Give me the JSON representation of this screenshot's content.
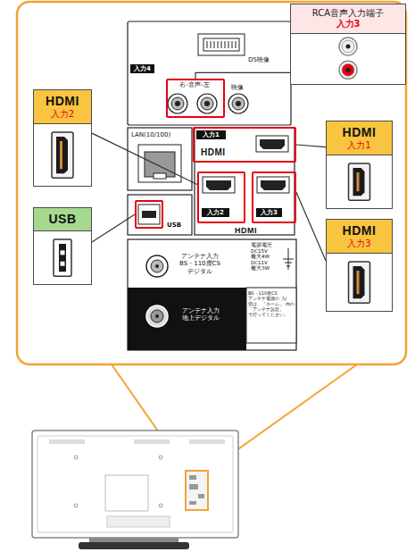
{
  "diagram": {
    "nodes": [
      {
        "text": [
          "RCA音声入力端子",
          "入力3"
        ]
      },
      {
        "text": [
          "HDMI",
          "入力2"
        ]
      },
      {
        "text": [
          "HDMI",
          "入力1"
        ]
      },
      {
        "text": [
          "USB"
        ]
      },
      {
        "text": [
          "HDMI",
          "入力3"
        ]
      },
      {
        "text": [
          "右-音声-左"
        ]
      },
      {
        "text": [
          "入力1",
          "HDMI"
        ]
      },
      {
        "text": [
          "入力2"
        ]
      },
      {
        "text": [
          "入力3"
        ]
      },
      {
        "text": [
          "USB"
        ]
      }
    ],
    "edges": [
      {
        "from": 0,
        "to": 5,
        "arrow": "none"
      },
      {
        "from": 1,
        "to": 7,
        "arrow": "none"
      },
      {
        "from": 2,
        "to": 6,
        "arrow": "none"
      },
      {
        "from": 3,
        "to": 9,
        "arrow": "none"
      },
      {
        "from": 4,
        "to": 8,
        "arrow": "none"
      }
    ],
    "labels": [
      "D5映像",
      "入力4",
      "映像",
      "LAN(10/100)",
      "HDMI",
      "アンテナ入力 BS・110度CS デジタル",
      "アンテナ入力 地上デジタル",
      "電源電圧 DC15V 最大4W DC11V 最大3W",
      "BS・110度CS アンテナ電源の 入/切は、「ホーム」 内の「アンテナ設定」 で行ってください。"
    ]
  }
}
